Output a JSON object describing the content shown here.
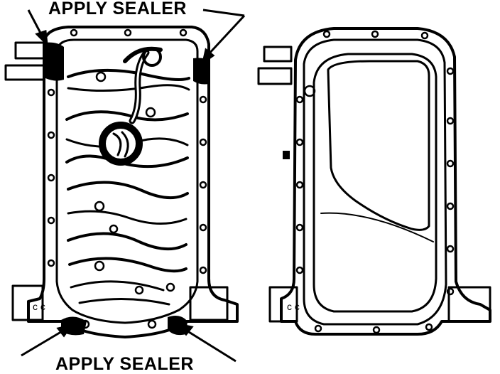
{
  "labels": {
    "top": "APPLY SEALER",
    "bottom": "APPLY SEALER"
  },
  "colors": {
    "ink": "#000000",
    "paper": "#ffffff"
  },
  "panels": [
    {
      "name": "block-underside-with-sealer-points"
    },
    {
      "name": "oil-pan-installed"
    }
  ]
}
